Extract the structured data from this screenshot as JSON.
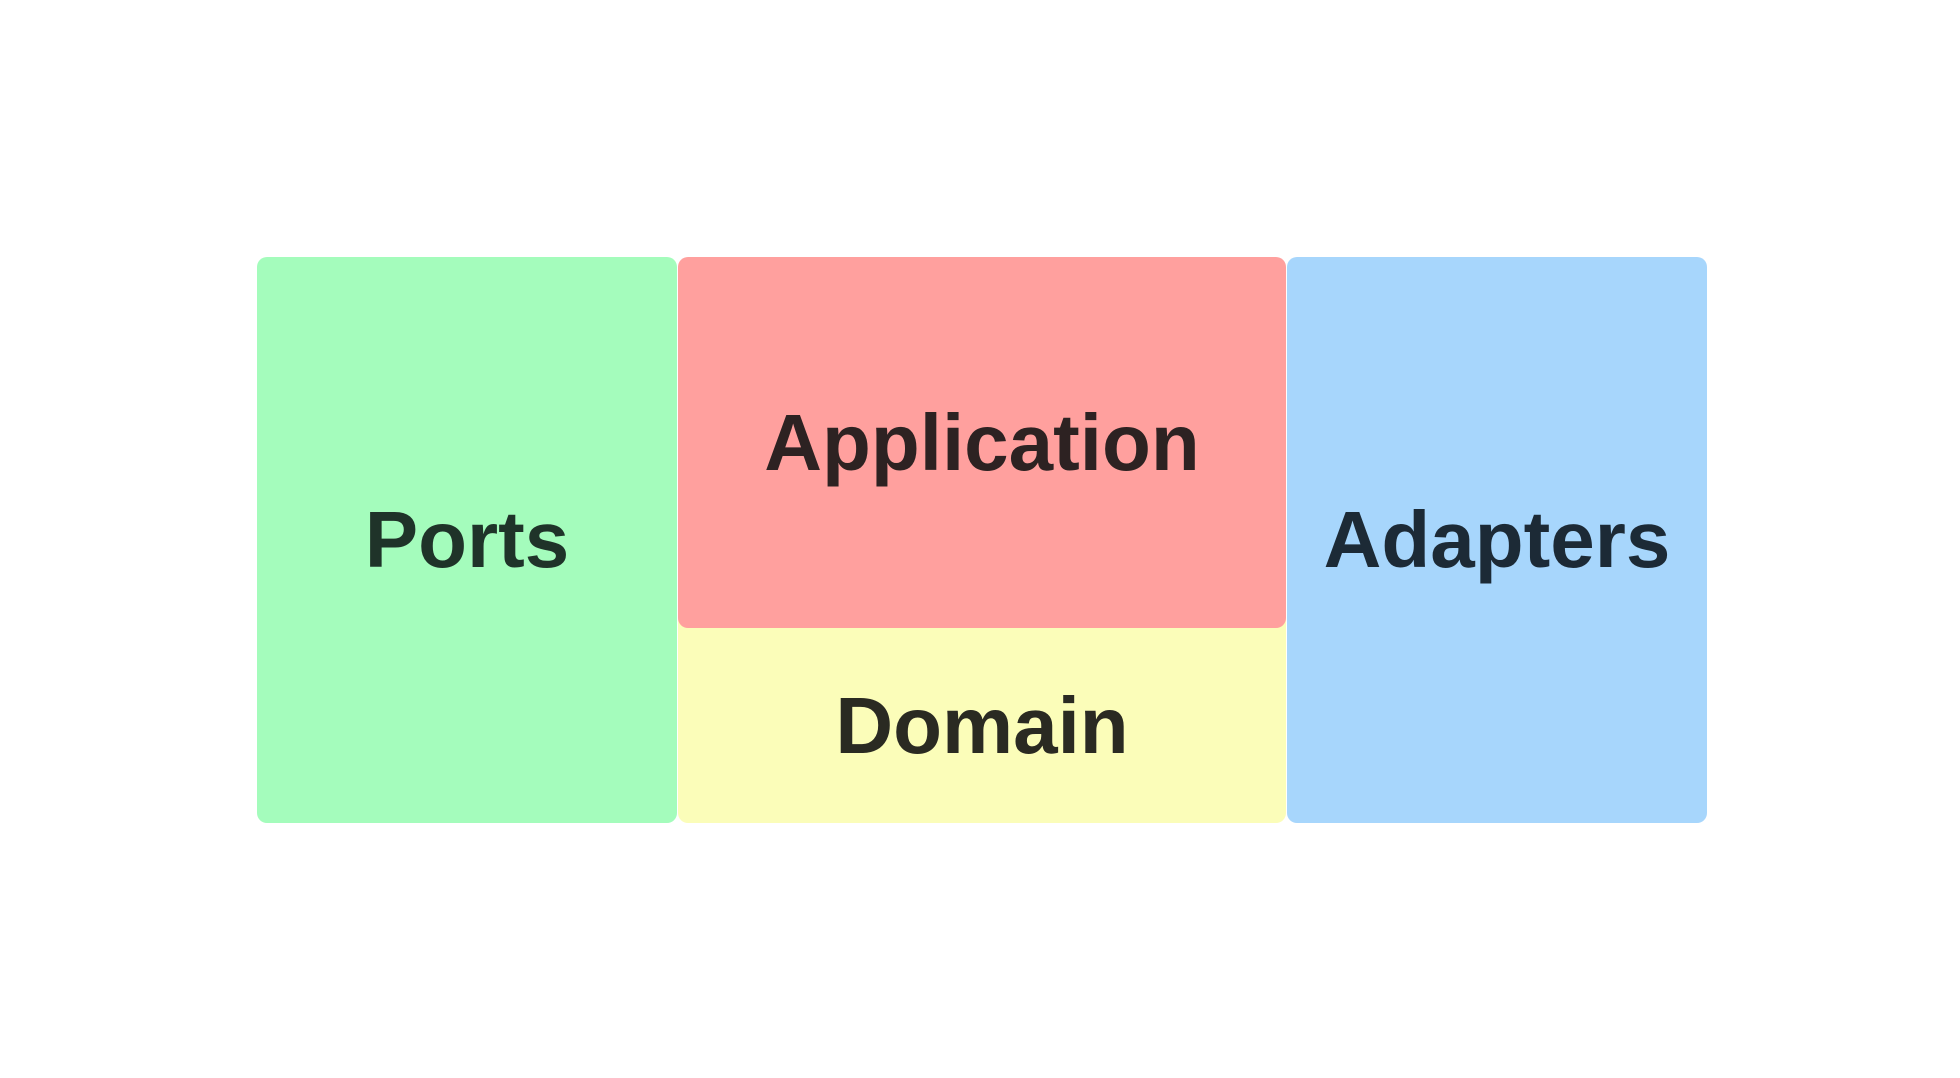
{
  "diagram": {
    "blocks": {
      "ports": {
        "label": "Ports",
        "fill": "#a4fcbc",
        "text_color": "#1f3329"
      },
      "application": {
        "label": "Application",
        "fill": "#ffa09e",
        "text_color": "#2d2222"
      },
      "domain": {
        "label": "Domain",
        "fill": "#fbfdb9",
        "text_color": "#2a2a22"
      },
      "adapters": {
        "label": "Adapters",
        "fill": "#a7d6fc",
        "text_color": "#1c2a36"
      }
    }
  }
}
